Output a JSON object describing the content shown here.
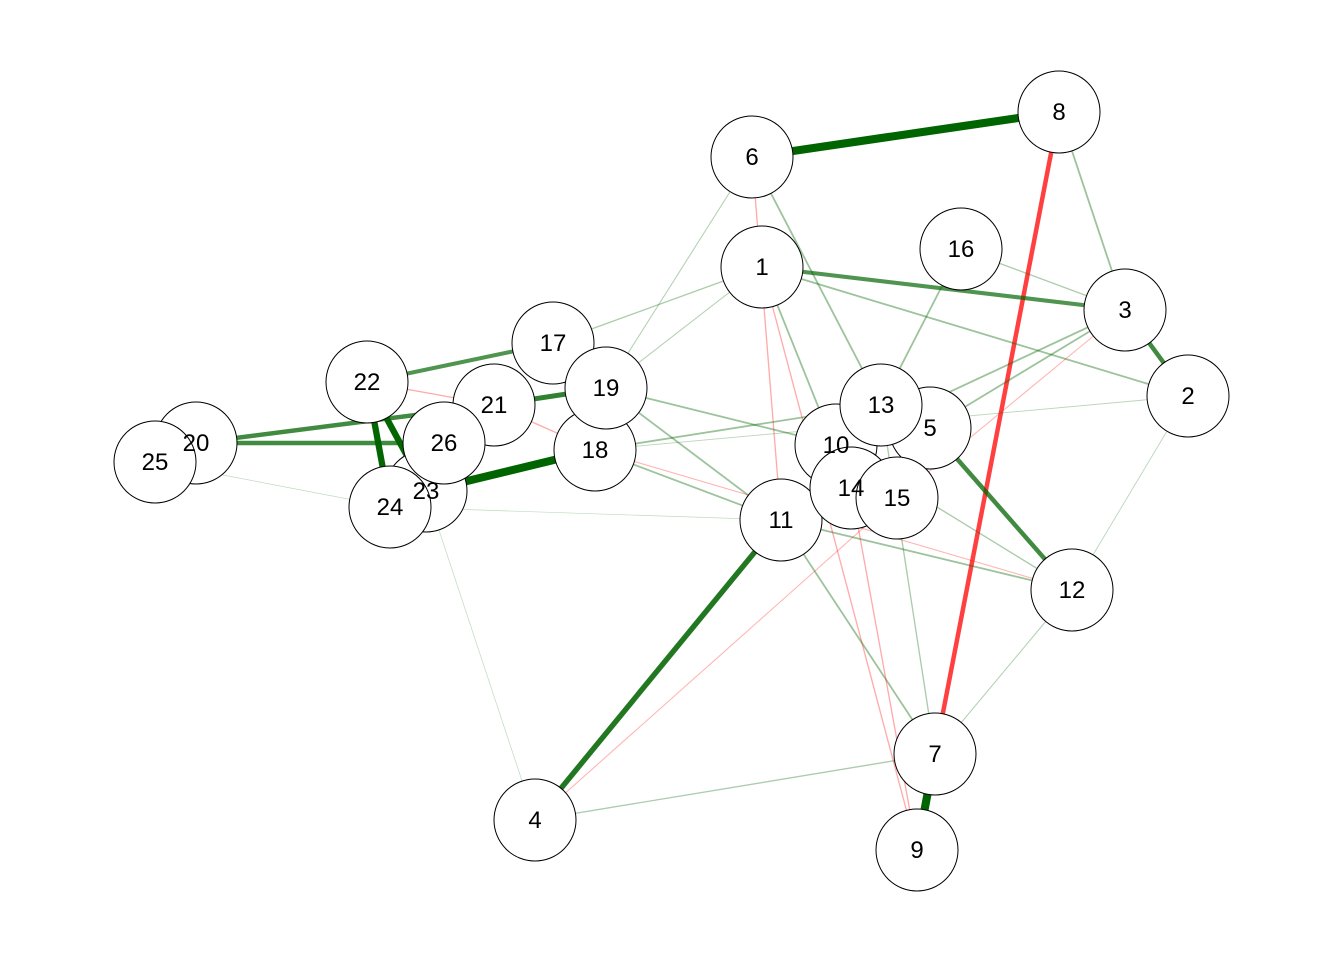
{
  "colors": {
    "positive": "#006400",
    "negative": "#ff0000",
    "node_fill": "#ffffff",
    "node_border": "#000000"
  },
  "nodes": [
    "1",
    "2",
    "3",
    "4",
    "5",
    "6",
    "7",
    "8",
    "9",
    "10",
    "11",
    "12",
    "13",
    "14",
    "15",
    "16",
    "17",
    "18",
    "19",
    "20",
    "21",
    "22",
    "23",
    "24",
    "25",
    "26"
  ],
  "edges": [
    {
      "from": "6",
      "to": "8",
      "weight": 0.9,
      "sign": "positive"
    },
    {
      "from": "8",
      "to": "7",
      "weight": 0.5,
      "sign": "negative"
    },
    {
      "from": "7",
      "to": "9",
      "weight": 0.9,
      "sign": "positive"
    },
    {
      "from": "4",
      "to": "11",
      "weight": 0.6,
      "sign": "positive"
    },
    {
      "from": "5",
      "to": "12",
      "weight": 0.5,
      "sign": "positive"
    },
    {
      "from": "1",
      "to": "3",
      "weight": 0.45,
      "sign": "positive"
    },
    {
      "from": "3",
      "to": "2",
      "weight": 0.5,
      "sign": "positive"
    },
    {
      "from": "23",
      "to": "18",
      "weight": 0.9,
      "sign": "positive"
    },
    {
      "from": "22",
      "to": "24",
      "weight": 0.7,
      "sign": "positive"
    },
    {
      "from": "22",
      "to": "23",
      "weight": 0.7,
      "sign": "positive"
    },
    {
      "from": "20",
      "to": "21",
      "weight": 0.5,
      "sign": "positive"
    },
    {
      "from": "20",
      "to": "26",
      "weight": 0.5,
      "sign": "positive"
    },
    {
      "from": "22",
      "to": "17",
      "weight": 0.45,
      "sign": "positive"
    },
    {
      "from": "21",
      "to": "19",
      "weight": 0.55,
      "sign": "positive"
    },
    {
      "from": "1",
      "to": "2",
      "weight": 0.2,
      "sign": "positive"
    },
    {
      "from": "8",
      "to": "3",
      "weight": 0.2,
      "sign": "positive"
    },
    {
      "from": "6",
      "to": "13",
      "weight": 0.2,
      "sign": "positive"
    },
    {
      "from": "6",
      "to": "11",
      "weight": 0.15,
      "sign": "negative"
    },
    {
      "from": "1",
      "to": "14",
      "weight": 0.2,
      "sign": "positive"
    },
    {
      "from": "1",
      "to": "9",
      "weight": 0.15,
      "sign": "negative"
    },
    {
      "from": "1",
      "to": "17",
      "weight": 0.15,
      "sign": "positive"
    },
    {
      "from": "1",
      "to": "19",
      "weight": 0.12,
      "sign": "positive"
    },
    {
      "from": "16",
      "to": "3",
      "weight": 0.15,
      "sign": "positive"
    },
    {
      "from": "16",
      "to": "13",
      "weight": 0.2,
      "sign": "positive"
    },
    {
      "from": "3",
      "to": "10",
      "weight": 0.2,
      "sign": "positive"
    },
    {
      "from": "3",
      "to": "5",
      "weight": 0.2,
      "sign": "positive"
    },
    {
      "from": "3",
      "to": "15",
      "weight": 0.12,
      "sign": "negative"
    },
    {
      "from": "2",
      "to": "18",
      "weight": 0.1,
      "sign": "positive"
    },
    {
      "from": "2",
      "to": "12",
      "weight": 0.1,
      "sign": "positive"
    },
    {
      "from": "19",
      "to": "10",
      "weight": 0.2,
      "sign": "positive"
    },
    {
      "from": "19",
      "to": "11",
      "weight": 0.2,
      "sign": "positive"
    },
    {
      "from": "18",
      "to": "13",
      "weight": 0.2,
      "sign": "positive"
    },
    {
      "from": "18",
      "to": "11",
      "weight": 0.2,
      "sign": "positive"
    },
    {
      "from": "18",
      "to": "12",
      "weight": 0.12,
      "sign": "negative"
    },
    {
      "from": "11",
      "to": "12",
      "weight": 0.2,
      "sign": "positive"
    },
    {
      "from": "11",
      "to": "7",
      "weight": 0.2,
      "sign": "positive"
    },
    {
      "from": "10",
      "to": "12",
      "weight": 0.15,
      "sign": "positive"
    },
    {
      "from": "14",
      "to": "9",
      "weight": 0.15,
      "sign": "negative"
    },
    {
      "from": "13",
      "to": "7",
      "weight": 0.15,
      "sign": "positive"
    },
    {
      "from": "15",
      "to": "4",
      "weight": 0.12,
      "sign": "negative"
    },
    {
      "from": "12",
      "to": "7",
      "weight": 0.12,
      "sign": "positive"
    },
    {
      "from": "4",
      "to": "7",
      "weight": 0.15,
      "sign": "positive"
    },
    {
      "from": "23",
      "to": "4",
      "weight": 0.08,
      "sign": "positive"
    },
    {
      "from": "24",
      "to": "11",
      "weight": 0.08,
      "sign": "positive"
    },
    {
      "from": "25",
      "to": "24",
      "weight": 0.08,
      "sign": "positive"
    },
    {
      "from": "22",
      "to": "21",
      "weight": 0.15,
      "sign": "negative"
    },
    {
      "from": "21",
      "to": "18",
      "weight": 0.15,
      "sign": "negative"
    },
    {
      "from": "6",
      "to": "19",
      "weight": 0.12,
      "sign": "positive"
    }
  ]
}
